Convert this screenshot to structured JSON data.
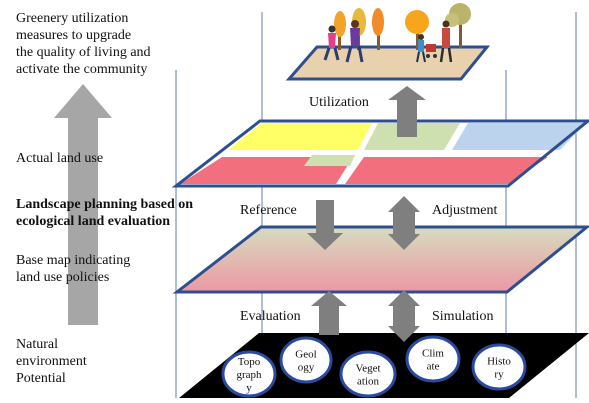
{
  "left_labels": {
    "greenery": [
      "Greenery utilization",
      "measures to upgrade",
      "the quality of living and",
      "activate the community"
    ],
    "actual_land_use": "Actual land use",
    "landscape_planning": [
      "Landscape planning based on",
      "ecological land evaluation"
    ],
    "base_map": [
      "Base map indicating",
      "land use policies"
    ],
    "natural": [
      "Natural",
      "environment",
      "Potential"
    ]
  },
  "arrow_labels": {
    "utilization": "Utilization",
    "reference": "Reference",
    "adjustment": "Adjustment",
    "evaluation": "Evaluation",
    "simulation": "Simulation"
  },
  "factors": [
    [
      "Topo",
      "graph",
      "y"
    ],
    [
      "Geol",
      "ogy"
    ],
    [
      "Veget",
      "ation"
    ],
    [
      "Clim",
      "ate"
    ],
    [
      "Histo",
      "ry"
    ]
  ],
  "colors": {
    "big_arrow": "#a6a6a6",
    "small_arrow": "#7f7f7f",
    "outline": "#2e4f8f",
    "vline": "#5f78b8",
    "base_layer": "#000000",
    "factor_fill": "#ffffff",
    "factor_stroke": "#2a4aa0",
    "land_yellow": "#ffff66",
    "land_green": "#cfe0b0",
    "land_blue": "#bcd3ee",
    "land_red": "#f2707e",
    "policy_top": "#d6dcbf",
    "policy_bottom": "#ec98a4",
    "ground": "#e9d1ad"
  }
}
